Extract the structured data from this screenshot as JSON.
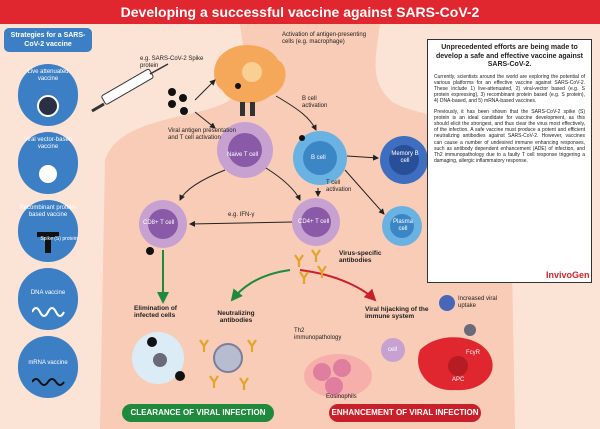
{
  "title": "Developing a successful vaccine against SARS-CoV-2",
  "strategies": {
    "header": "Strategies for a SARS-CoV-2 vaccine",
    "items": [
      {
        "label": "Live attenuated vaccine"
      },
      {
        "label": "Viral vector-based vaccine"
      },
      {
        "label": "Recombinant protein-based vaccine",
        "sub": "Spike (S) protein"
      },
      {
        "label": "DNA vaccine"
      },
      {
        "label": "mRNA vaccine"
      }
    ]
  },
  "labels": {
    "spike_gene": "e.g. SARS-CoV-2 Spike protein",
    "apc": "Activation of antigen-presenting cells (e.g. macrophage)",
    "viral_antigen": "Viral antigen presentation and T cell activation",
    "naive_t": "Naive T cell",
    "b_activation": "B cell activation",
    "b_cell": "B cell",
    "memory_b": "Memory B cell",
    "t_activation": "T cell activation",
    "cd8": "CD8+ T cell",
    "cd4": "CD4+ T cell",
    "ifn": "e.g. IFN-γ",
    "plasma": "Plasma cell",
    "antibodies": "Virus-specific antibodies",
    "elimination": "Elimination of infected cells",
    "neutralizing": "Neutralizing antibodies",
    "hijacking": "Viral hijacking of the immune system",
    "uptake": "Increased viral uptake",
    "th2": "Th2 immunopathology",
    "eosinophils": "Eosinophils",
    "cell": "cell",
    "fcr": "FcγR",
    "apc_short": "APC"
  },
  "info": {
    "heading": "Unprecedented efforts are being made to develop a safe and effective vaccine against SARS-CoV-2.",
    "p1": "Currently, scientists around the world are exploring the potential of various platforms for an effective vaccine against SARS-CoV-2. These include 1) live-attenuated, 2) viral-vector based (e.g. S protein expressing), 3) recombinant protein based (e.g. S protein), 4) DNA-based, and 5) mRNA-based vaccines.",
    "p2": "Previously, it has been shown that the SARS-CoV-2 spike (S) protein is an ideal candidate for vaccine development, as this should elicit the strongest, and thus clear the virus most effectively, of the infection. A safe vaccine must produce a potent and efficient neutralizing antibodies against SARS-CoV-2. However, vaccines can cause a number of undesired immune enhancing responses, such as antibody dependent enhancement (ADE) of infection, and Th2 immunopathology due to a faulty T cell response triggering a damaging, allergic inflammatory response."
  },
  "logo": "InvivoGen",
  "outcomes": {
    "clearance": "CLEARANCE OF VIRAL INFECTION",
    "enhancement": "ENHANCEMENT OF VIRAL INFECTION"
  }
}
